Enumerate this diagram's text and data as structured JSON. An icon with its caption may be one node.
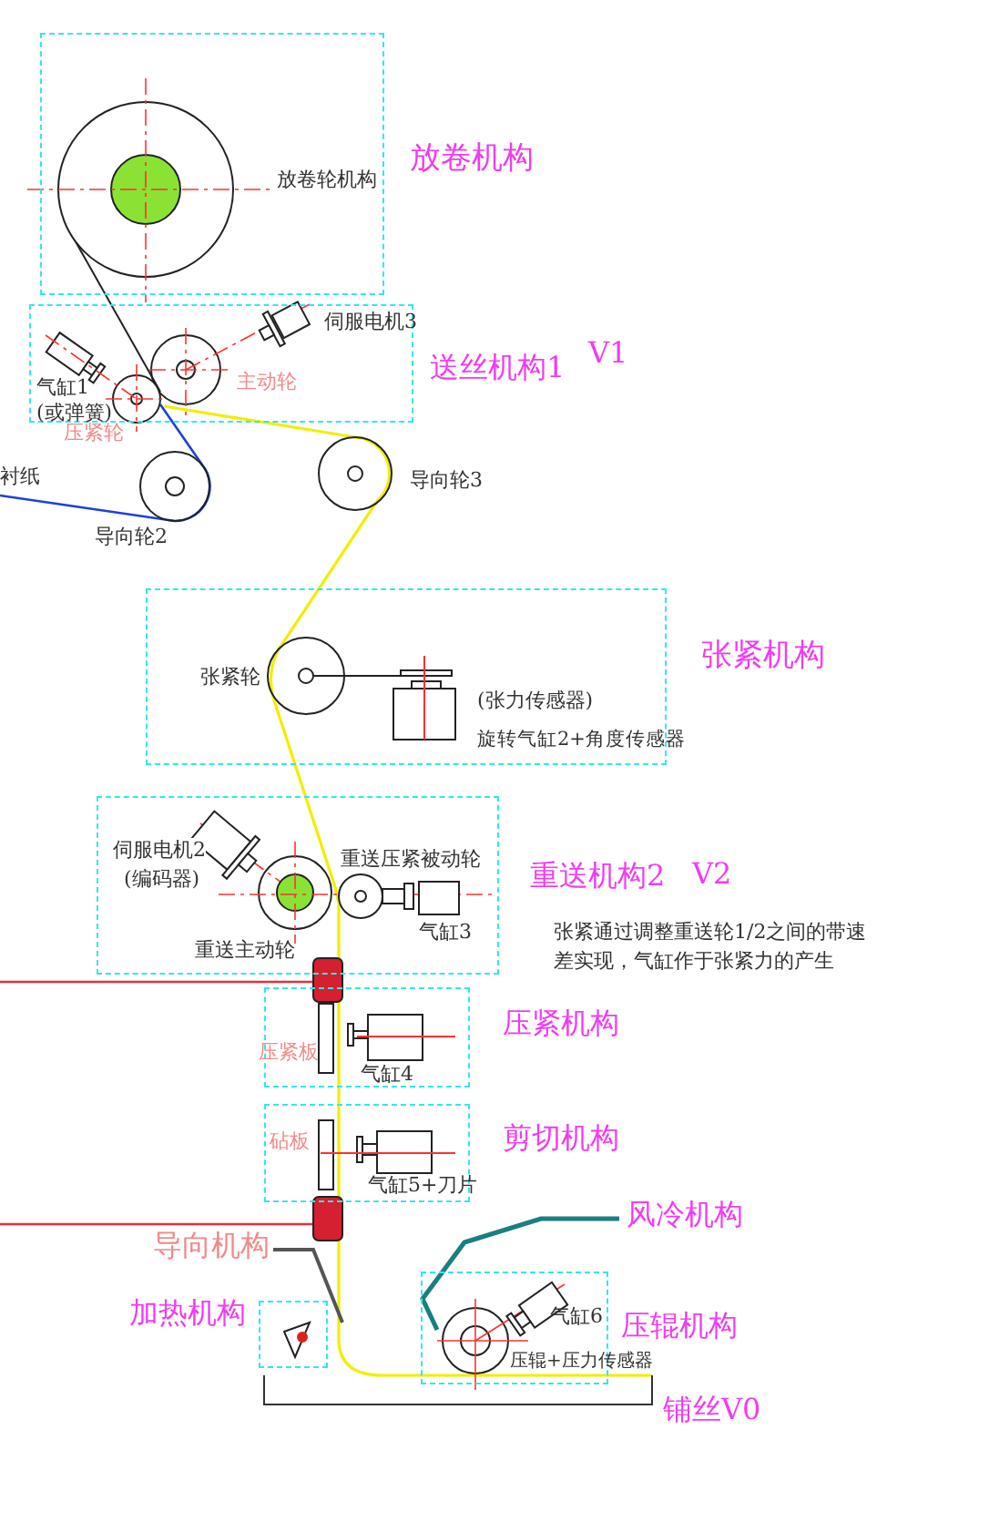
{
  "diagram": {
    "nodes": [
      {
        "text": [
          "放卷机构"
        ]
      },
      {
        "text": [
          "送丝机构1"
        ]
      },
      {
        "text": [
          "张紧机构"
        ]
      },
      {
        "text": [
          "重送机构2"
        ]
      },
      {
        "text": [
          "压紧机构"
        ]
      },
      {
        "text": [
          "剪切机构"
        ]
      },
      {
        "text": [
          "加热机构"
        ]
      },
      {
        "text": [
          "压辊机构"
        ]
      }
    ],
    "labels": [
      "放卷轮机构",
      "伺服电机3",
      "V1",
      "主动轮",
      "气缸1",
      "(或弹簧)",
      "压紧轮",
      "导向轮3",
      "衬纸",
      "导向轮2",
      "张紧轮",
      "(张力传感器)",
      "旋转气缸2+角度传感器",
      "伺服电机2",
      "(编码器)",
      "重送压紧被动轮",
      "V2",
      "气缸3",
      "重送主动轮",
      "张紧通过调整重送轮1/2之间的带速差实现，气缸作于张紧力的产生",
      "压紧板",
      "气缸4",
      "砧板",
      "气缸5+刀片",
      "风冷机构",
      "导向机构",
      "气缸6",
      "压辊+压力传感器",
      "铺丝V0"
    ]
  }
}
